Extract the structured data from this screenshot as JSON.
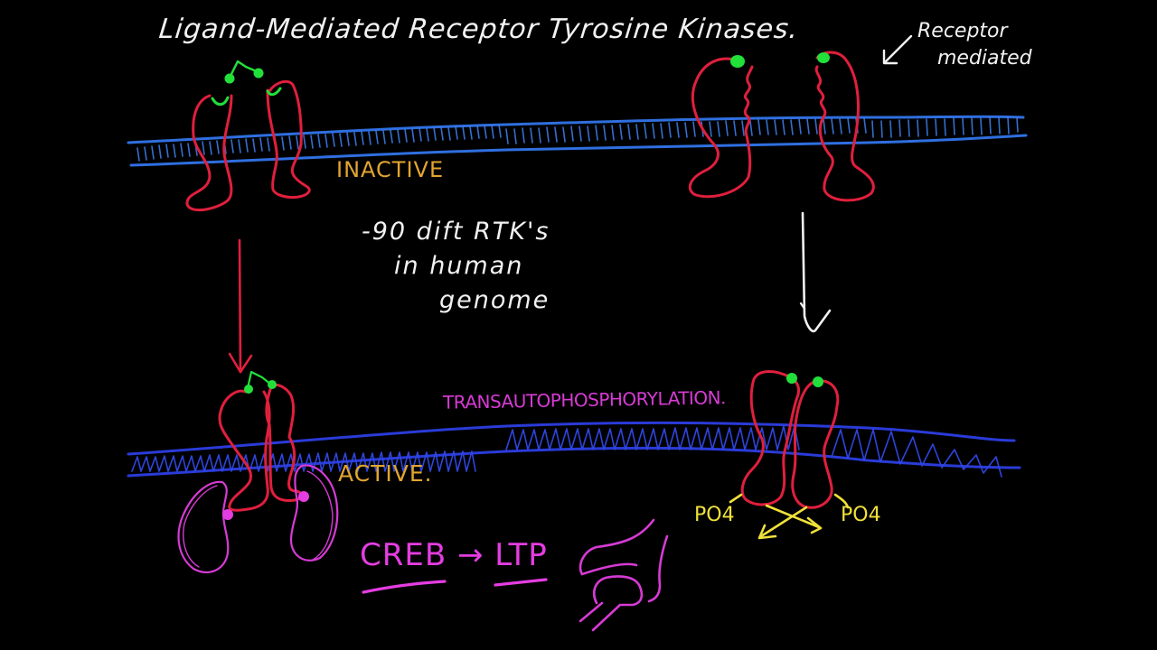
{
  "diagram": {
    "title": "Ligand-Mediated Receptor Tyrosine Kinases.",
    "background_color": "#000000",
    "annotations": {
      "receptor_mediated": {
        "line1": "Receptor",
        "line2": "mediated",
        "arrow": "arrow-down-left"
      },
      "rtk_count_note": {
        "line1": "-90 dift RTK's",
        "line2": "in human",
        "line3": "genome"
      },
      "inactive_label": "INACTIVE",
      "active_label": "ACTIVE.",
      "transautophosphorylation_label": "TRANSAUTOPHOSPHORYLATION.",
      "creb_ltp": "CREB → LTP",
      "phosphate_left": "PO4",
      "phosphate_right": "PO4"
    },
    "panels": [
      {
        "id": "top-left",
        "state": "inactive",
        "ligand": "dimeric ligand (green) unbound above two separate receptors"
      },
      {
        "id": "top-right",
        "state": "inactive",
        "ligand": "green ligand bound to each receptor monomer"
      },
      {
        "id": "bottom-left",
        "state": "active",
        "ligand": "dimeric ligand bridging dimerized receptors; pink signaling proteins docked"
      },
      {
        "id": "bottom-right",
        "state": "active",
        "ligand": "dimerized receptors cross-phosphorylating (PO4)"
      }
    ],
    "colors": {
      "membrane": "#2f6fe0",
      "membrane_active": "#2a3bd8",
      "receptor": "#e01f3d",
      "ligand": "#22e03a",
      "state_label": "#e1a530",
      "phospho_text": "#d63bd4",
      "adaptor_protein": "#d63bd4",
      "phosphate": "#f0e13a",
      "ink_white": "#f2f2f2"
    }
  }
}
